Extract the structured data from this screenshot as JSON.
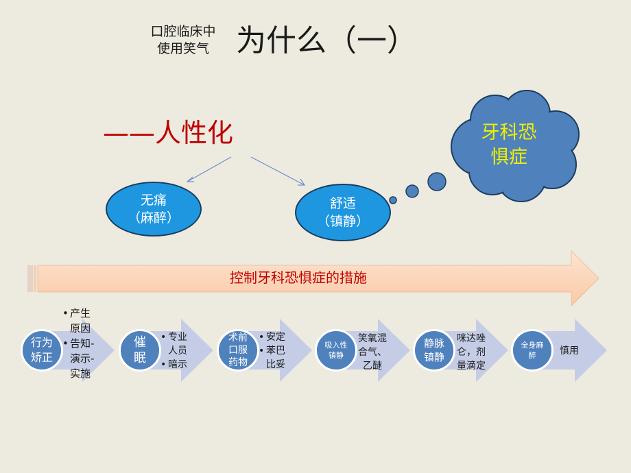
{
  "header": {
    "subtitle_line1": "口腔临床中",
    "subtitle_line2": "使用笑气",
    "title": "为什么（一）"
  },
  "humanize": {
    "label": "——人性化"
  },
  "ovals": {
    "painless": {
      "line1": "无痛",
      "line2": "（麻醉）"
    },
    "comfort": {
      "line1": "舒适",
      "line2": "（镇静）"
    }
  },
  "cloud": {
    "line1": "牙科恐",
    "line2": "惧症"
  },
  "band": {
    "label": "控制牙科恐惧症的措施"
  },
  "steps": [
    {
      "circle_lines": [
        "行为",
        "矫正"
      ],
      "items": [
        "产生原因",
        "告知-演示-实施"
      ]
    },
    {
      "circle_lines": [
        "催",
        "眠"
      ],
      "items": [
        "专业人员",
        "暗示"
      ]
    },
    {
      "circle_lines": [
        "术前",
        "口服",
        "药物"
      ],
      "items": [
        "安定",
        "苯巴比妥"
      ]
    },
    {
      "circle_lines": [
        "吸入性",
        "镇静"
      ],
      "text": "笑氧混合气、乙醚"
    },
    {
      "circle_lines": [
        "静脉",
        "镇静"
      ],
      "text": "咪达唑仑，剂量滴定"
    },
    {
      "circle_lines": [
        "全身麻",
        "醉"
      ],
      "text": "慎用"
    }
  ],
  "colors": {
    "background": "#edeae0",
    "accent_red": "#c00000",
    "oval_blue": "#1e97e0",
    "cloud_blue": "#4f81bd",
    "cloud_text": "#f0f000",
    "chevron": "#c5cde6",
    "band": "#fbd5b5"
  }
}
